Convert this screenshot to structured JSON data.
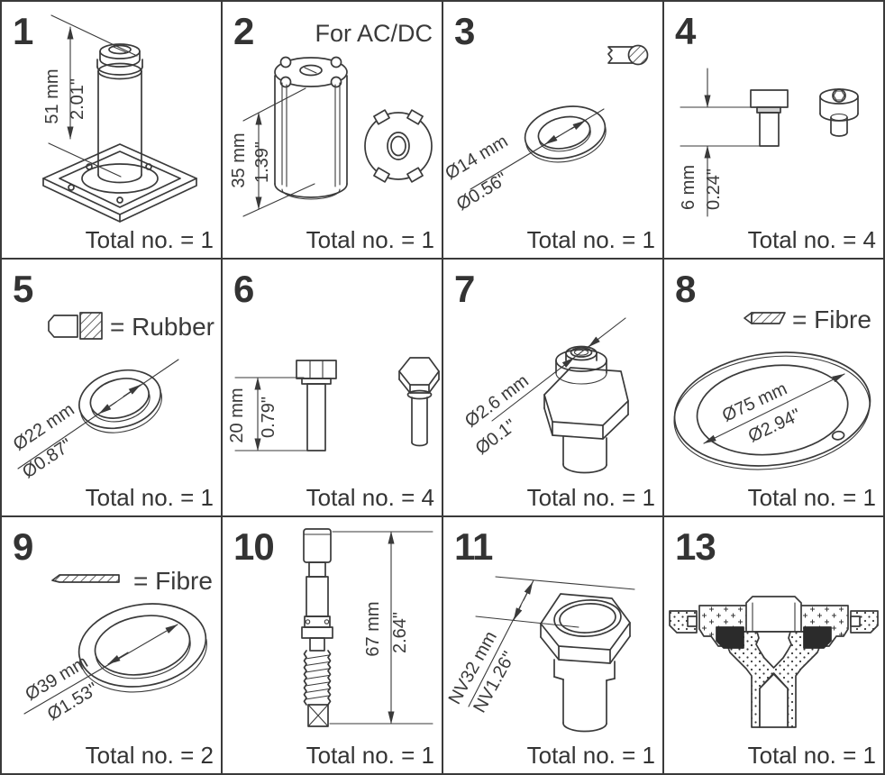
{
  "figure": {
    "kind": "spare-parts-overview",
    "grid": "4 columns x 3 rows"
  },
  "colors": {
    "line": "#3a3a3a",
    "background": "#ffffff",
    "seal": "#2b2b2b"
  },
  "cells": [
    {
      "number": "1",
      "drawing": "armature-plunger-on-square-valve-plate",
      "dim_metric": "51 mm",
      "dim_imperial": "2.01\"",
      "total_text": "Total no. = 1"
    },
    {
      "number": "2",
      "note": "For AC/DC",
      "drawing": "slotted-armature-tube-with-end-view",
      "dim_metric": "35 mm",
      "dim_imperial": "1.39\"",
      "total_text": "Total no. = 1"
    },
    {
      "number": "3",
      "drawing": "flat-washer-with-section-icon",
      "legend_icon": "washer-cross-section-icon",
      "dim_metric": "Ø14 mm",
      "dim_imperial": "Ø0.56\"",
      "total_text": "Total no. = 1"
    },
    {
      "number": "4",
      "drawing": "socket-head-screw-side-and-isometric-view",
      "dim_metric": "6 mm",
      "dim_imperial": "0.24\"",
      "total_text": "Total no. = 4"
    },
    {
      "number": "5",
      "legend_label": "= Rubber",
      "legend_icon": "rubber-seat-cross-section-icon",
      "drawing": "rubber-sealing-ring",
      "dim_metric": "Ø22 mm",
      "dim_imperial": "Ø0.87\"",
      "total_text": "Total no. = 1"
    },
    {
      "number": "6",
      "drawing": "hex-head-bolt-side-and-isometric-view",
      "dim_metric": "20 mm",
      "dim_imperial": "0.79\"",
      "total_text": "Total no. = 4"
    },
    {
      "number": "7",
      "drawing": "orifice-insert-with-hex-collar",
      "dim_metric": "Ø2.6 mm",
      "dim_imperial": "Ø0.1\"",
      "total_text": "Total no. = 1"
    },
    {
      "number": "8",
      "legend_label": "= Fibre",
      "legend_icon": "fibre-gasket-cross-section-icon",
      "drawing": "large-flat-fibre-gasket-with-hole",
      "dim_metric": "Ø75 mm",
      "dim_imperial": "Ø2.94\"",
      "total_text": "Total no. = 1"
    },
    {
      "number": "9",
      "legend_label": "= Fibre",
      "legend_icon": "fibre-strip-cross-section-icon",
      "drawing": "fibre-ring-gasket",
      "dim_metric": "Ø39 mm",
      "dim_imperial": "Ø1.53\"",
      "total_text": "Total no. = 2"
    },
    {
      "number": "10",
      "drawing": "valve-spindle-with-threaded-end",
      "dim_metric": "67 mm",
      "dim_imperial": "2.64\"",
      "total_text": "Total no. = 1"
    },
    {
      "number": "11",
      "drawing": "hex-plug-with-cylindrical-boss",
      "dim_metric": "NV32 mm",
      "dim_imperial": "NV1.26\"",
      "total_text": "Total no. = 1"
    },
    {
      "number": "13",
      "drawing": "valve-body-cross-section-with-seals",
      "total_text": "Total no. = 1"
    }
  ]
}
